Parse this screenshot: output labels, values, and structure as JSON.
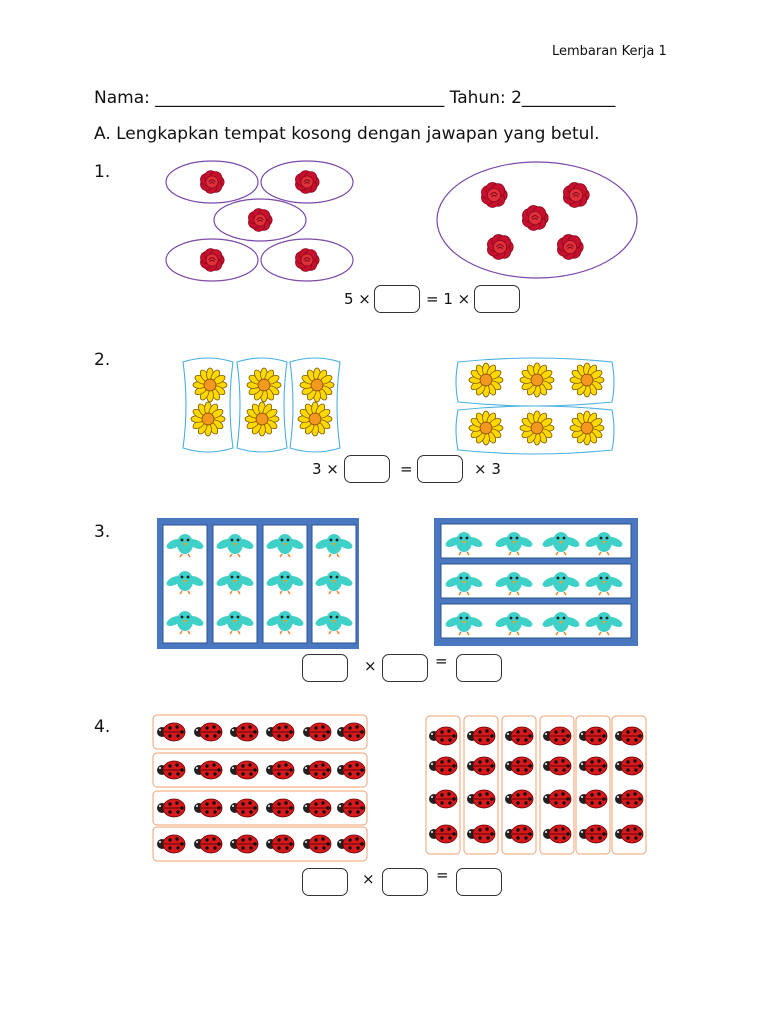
{
  "header": {
    "sheet_title": "Lembaran Kerja 1"
  },
  "student": {
    "name_label": "Nama:",
    "name_blank": "__________________________________",
    "year_label": "Tahun: 2",
    "year_blank": "___________"
  },
  "instruction": "A. Lengkapkan tempat kosong dengan jawapan yang betul.",
  "questions": [
    {
      "number": "1.",
      "eq_a": "5 ×",
      "eq_b": "= 1 ×",
      "picture": "roses",
      "left_groups": 5,
      "per_group": 1,
      "right_groups": 1,
      "right_per_group": 5
    },
    {
      "number": "2.",
      "eq_a": "3 ×",
      "eq_b": "=",
      "eq_c": "× 3",
      "picture": "yellow-flowers",
      "left_columns": 3,
      "per_column": 2,
      "right_rows": 2,
      "per_row": 3
    },
    {
      "number": "3.",
      "times": "×",
      "equals": "=",
      "picture": "blue-birds",
      "left_columns": 4,
      "per_column": 3,
      "right_rows": 3,
      "per_row": 4
    },
    {
      "number": "4.",
      "times": "×",
      "equals": "=",
      "picture": "ladybugs",
      "left_rows": 4,
      "per_row": 6,
      "right_columns": 6,
      "per_column": 4
    }
  ],
  "colors": {
    "rose": "#e0303a",
    "petal": "#ffd800",
    "bird": "#3fd0c8",
    "panel_blue": "#4a78c0",
    "ladybug": "#d8191c",
    "oval": "#7a4aa8"
  }
}
